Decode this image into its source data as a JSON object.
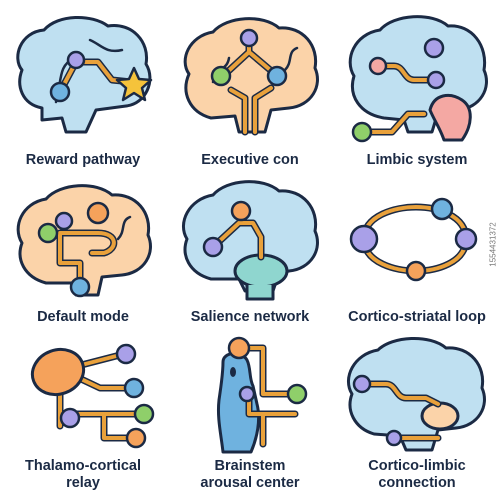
{
  "labels": {
    "reward": "Reward pathway",
    "executive": "Executive con",
    "limbic": "Limbic system",
    "default": "Default mode",
    "salience": "Salience network",
    "cortico_striatal": "Cortico-striatal loop",
    "thalamo_line1": "Thalamo-cortical",
    "thalamo_line2": "relay",
    "brainstem_line1": "Brainstem",
    "brainstem_line2": "arousal center",
    "cortico_limbic_line1": "Cortico-limbic",
    "cortico_limbic_line2": "connection"
  },
  "stock_id": "1554431372",
  "colors": {
    "outline": "#1b2a44",
    "brain_blue": "#bfe0f1",
    "brain_peach": "#fbd3a9",
    "path_orange": "#e9a13b",
    "node_purple": "#a9a0e8",
    "node_blue": "#6fb2df",
    "node_green": "#8fcf6a",
    "node_orange": "#f5a25b",
    "node_pink": "#f4a8a3",
    "star_yellow": "#f5c33b",
    "teal": "#8fd6cf"
  },
  "icons": [
    "reward-pathway-icon",
    "executive-control-icon",
    "limbic-system-icon",
    "default-mode-icon",
    "salience-network-icon",
    "cortico-striatal-loop-icon",
    "thalamo-cortical-relay-icon",
    "brainstem-arousal-icon",
    "cortico-limbic-icon"
  ]
}
